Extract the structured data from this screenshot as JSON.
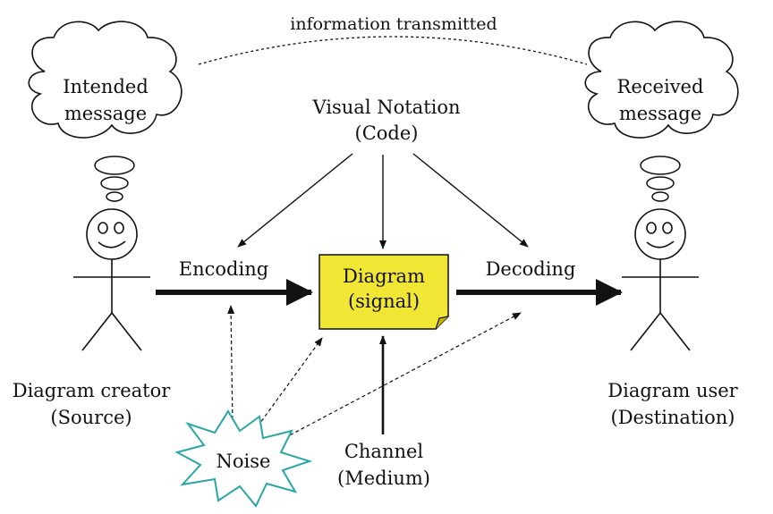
{
  "top_label": "information transmitted",
  "source_thought": {
    "line1": "Intended",
    "line2": "message"
  },
  "dest_thought": {
    "line1": "Received",
    "line2": "message"
  },
  "code": {
    "line1": "Visual Notation",
    "line2": "(Code)"
  },
  "encoding": "Encoding",
  "decoding": "Decoding",
  "signal": {
    "line1": "Diagram",
    "line2": "(signal)"
  },
  "source": {
    "line1": "Diagram creator",
    "line2": "(Source)"
  },
  "destination": {
    "line1": "Diagram user",
    "line2": "(Destination)"
  },
  "channel": {
    "line1": "Channel",
    "line2": "(Medium)"
  },
  "noise": "Noise",
  "colors": {
    "signal_fill": "#f2e635",
    "signal_fold": "#c8b400",
    "noise_stroke": "#2aa6a6",
    "ink": "#111111"
  }
}
